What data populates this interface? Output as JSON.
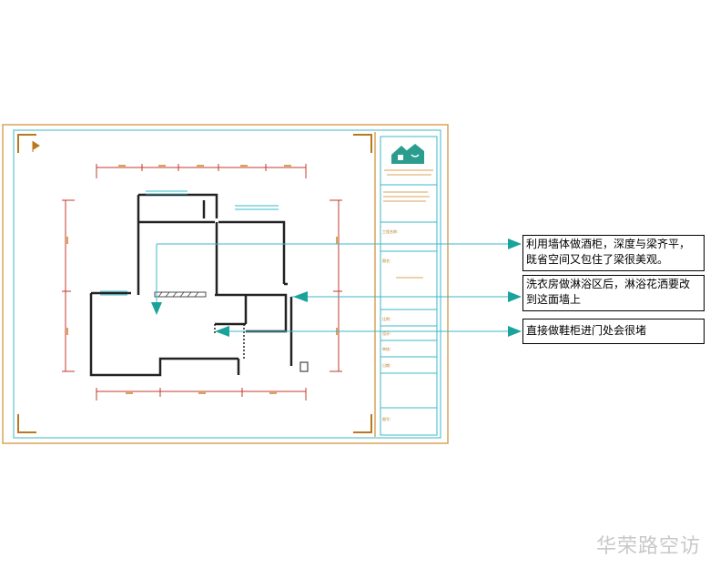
{
  "callouts": [
    {
      "id": "wine-cabinet",
      "lines": [
        "利用墙体做酒柜，深度与梁齐平，",
        "既省空间又包住了梁很美观。"
      ]
    },
    {
      "id": "laundry-shower",
      "lines": [
        "洗衣房做淋浴区后，淋浴花洒要改",
        "到这面墙上"
      ]
    },
    {
      "id": "shoe-cabinet",
      "lines": [
        "直接做鞋柜进门处会很堵"
      ]
    }
  ],
  "title_block": {
    "labels": [
      "工程名称：",
      "图名：",
      "比例：",
      "设计：",
      "审核：",
      "日期：",
      "图号："
    ]
  },
  "watermark": "华荣路空访",
  "colors": {
    "frame_orange": "#d9a35a",
    "frame_cyan": "#3bb8c8",
    "wall_black": "#222222",
    "dim_red": "#c0392b",
    "arrow_teal": "#1aa39a",
    "logo_teal": "#2a9d8f"
  }
}
